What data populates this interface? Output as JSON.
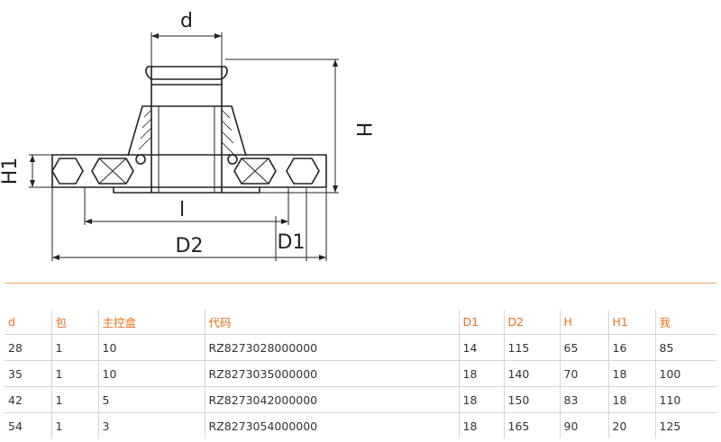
{
  "diagram": {
    "labels": {
      "d": "d",
      "H": "H",
      "H1": "H1",
      "l": "l",
      "D2": "D2",
      "D1": "D1"
    }
  },
  "table": {
    "headers": [
      "d",
      "包",
      "主控盒",
      "代码",
      "D1",
      "D2",
      "H",
      "H1",
      "我"
    ],
    "rows": [
      [
        "28",
        "1",
        "10",
        "RZ8273028000000",
        "14",
        "115",
        "65",
        "16",
        "85"
      ],
      [
        "35",
        "1",
        "10",
        "RZ8273035000000",
        "18",
        "140",
        "70",
        "18",
        "100"
      ],
      [
        "42",
        "1",
        "5",
        "RZ8273042000000",
        "18",
        "150",
        "83",
        "18",
        "110"
      ],
      [
        "54",
        "1",
        "3",
        "RZ8273054000000",
        "18",
        "165",
        "90",
        "20",
        "125"
      ]
    ]
  },
  "colors": {
    "accent": "#e8711e",
    "line": "#222222"
  }
}
